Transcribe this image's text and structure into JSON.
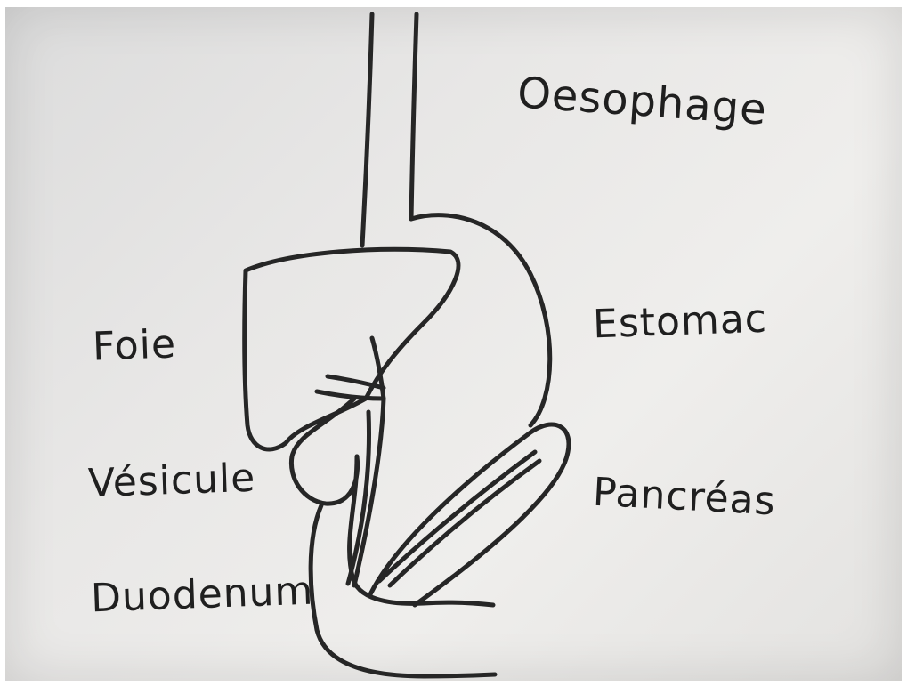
{
  "labels": {
    "oesophage": "Oesophage",
    "estomac": "Estomac",
    "foie": "Foie",
    "vesicule": "Vésicule",
    "pancreas": "Pancréas",
    "duodenum": "Duodenum"
  },
  "colors": {
    "ink": "#262626",
    "paper": "#ebeae8"
  }
}
